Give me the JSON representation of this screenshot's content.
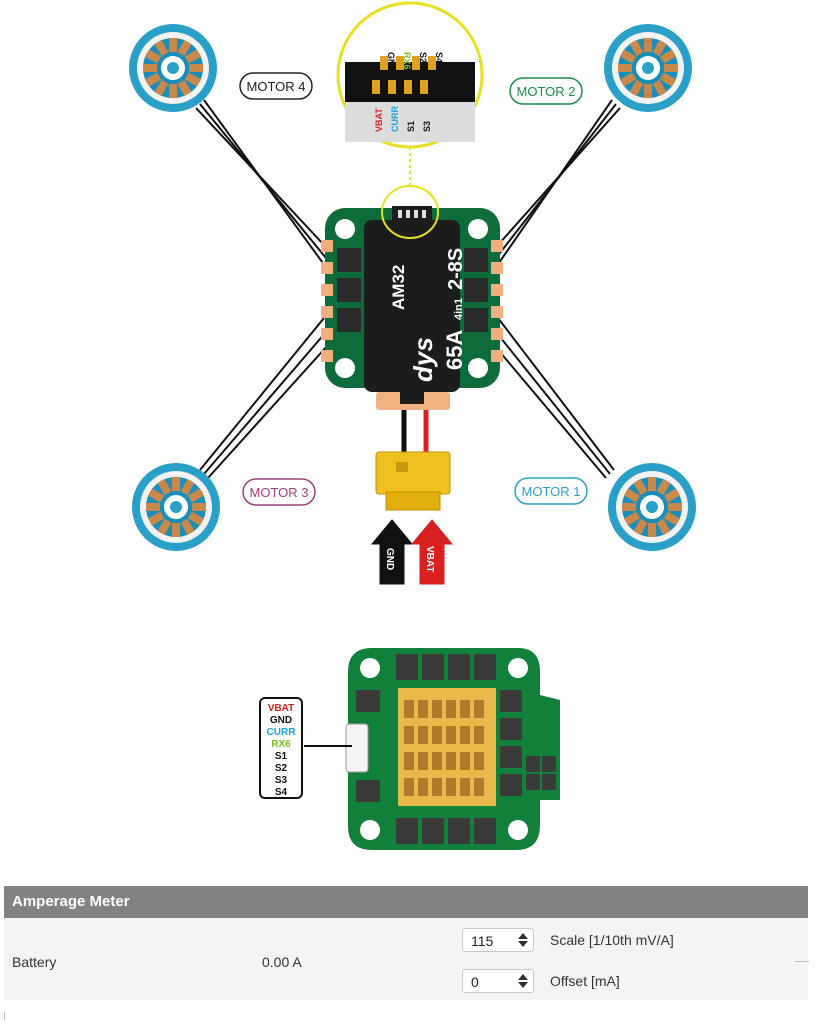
{
  "diagram": {
    "motors": {
      "m1": "MOTOR 1",
      "m2": "MOTOR 2",
      "m3": "MOTOR 3",
      "m4": "MOTOR 4"
    },
    "board_text": {
      "brand": "dys",
      "model": "AM32",
      "rating": "65A",
      "type": "4in1",
      "cells": "2-8S"
    },
    "zoom_pins_top": [
      "GND",
      "RX6",
      "S2",
      "S4"
    ],
    "zoom_pins_bottom": [
      "VBAT",
      "CURR",
      "S1",
      "S3"
    ],
    "power_arrows": {
      "gnd": "GND",
      "vbat": "VBAT"
    },
    "pinout_legend": [
      "VBAT",
      "GND",
      "CURR",
      "RX6",
      "S1",
      "S2",
      "S3",
      "S4"
    ],
    "colors": {
      "motor1": "#2aa0c8",
      "motor2": "#1f8a4c",
      "motor3": "#a0407a",
      "motor4": "#222222",
      "vbat": "#e02020",
      "curr": "#1aa0e0",
      "rx6": "#7fc020",
      "pcb": "#0e6b3a"
    }
  },
  "amperage_meter": {
    "title": "Amperage Meter",
    "row_label": "Battery",
    "value": "0.00 A",
    "scale": {
      "value": "115",
      "label": "Scale [1/10th mV/A]"
    },
    "offset": {
      "value": "0",
      "label": "Offset [mA]"
    }
  }
}
